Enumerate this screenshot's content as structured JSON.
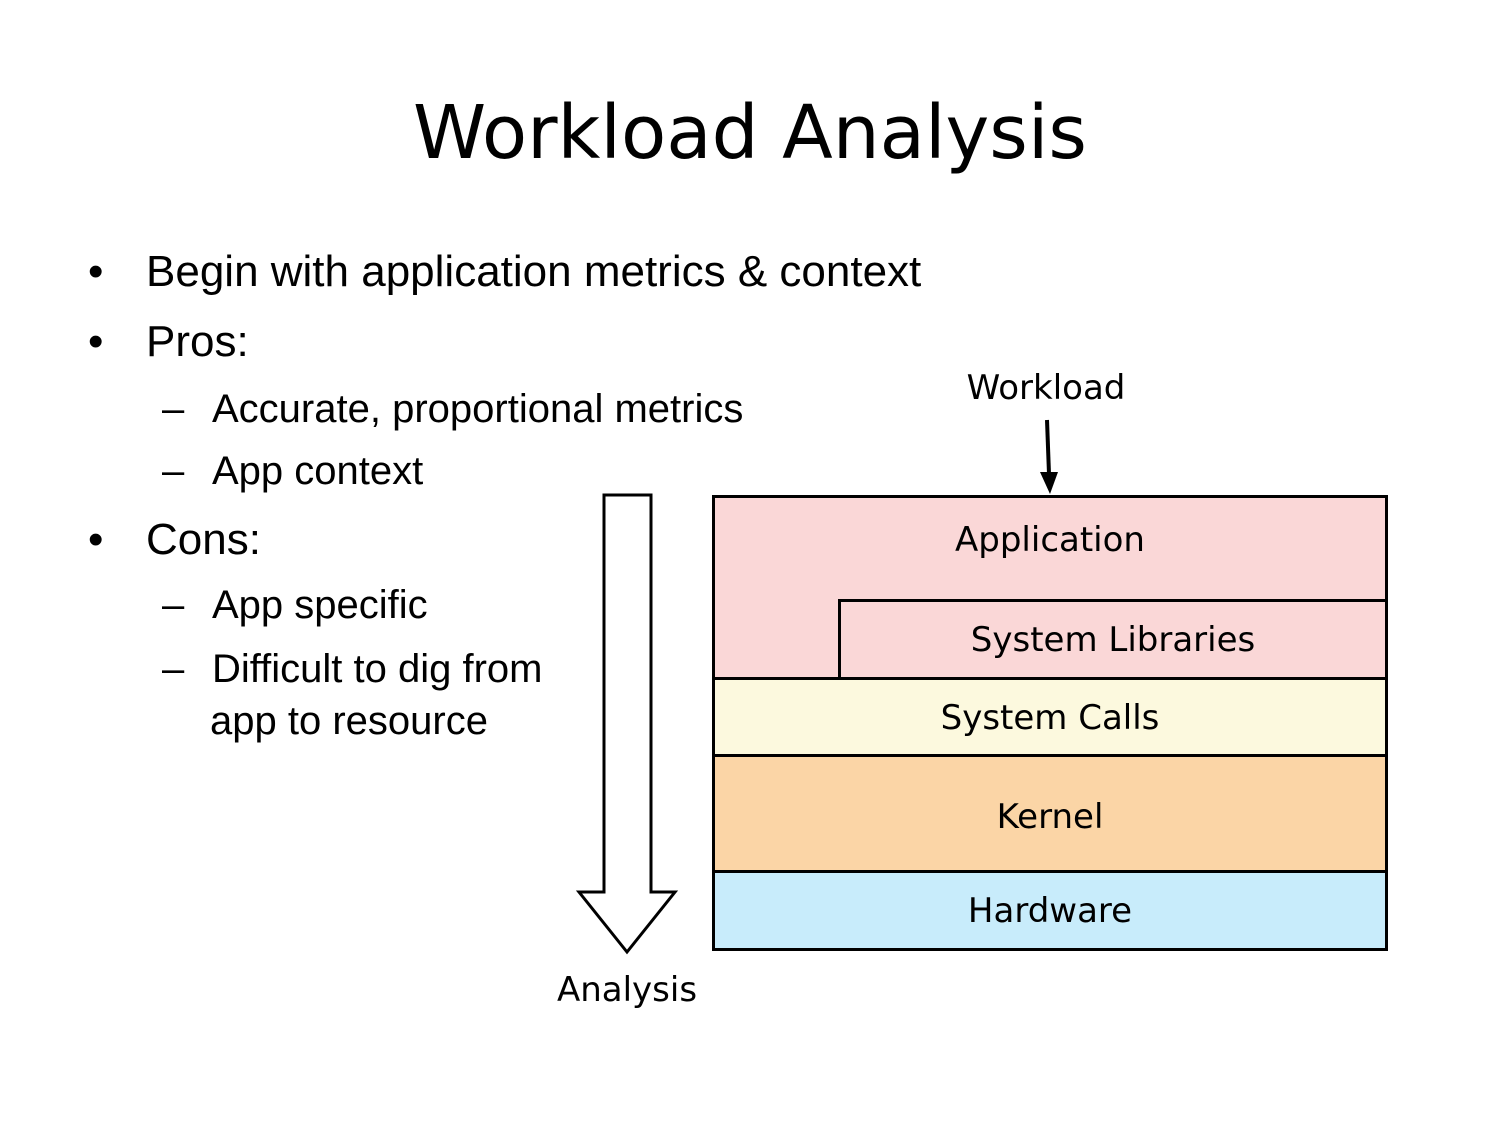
{
  "slide": {
    "title": "Workload Analysis"
  },
  "bullets": {
    "bullet_symbol": "•",
    "dash_symbol": "–",
    "b1": "Begin with application metrics & context",
    "b2": "Pros:",
    "b2_sub1": "Accurate, proportional metrics",
    "b2_sub2": "App context",
    "b3": "Cons:",
    "b3_sub1": "App specific",
    "b3_sub2_line1": "Difficult to dig from",
    "b3_sub2_line2": "app to resource"
  },
  "diagram": {
    "input_label": "Workload",
    "analysis_label": "Analysis",
    "layers": {
      "application": "Application",
      "system_libraries": "System Libraries",
      "system_calls": "System Calls",
      "kernel": "Kernel",
      "hardware": "Hardware"
    },
    "colors": {
      "application": "#fad7d7",
      "system_calls": "#fcf9de",
      "kernel": "#fbd5a6",
      "hardware": "#c8ecfb",
      "border": "#000000"
    }
  }
}
